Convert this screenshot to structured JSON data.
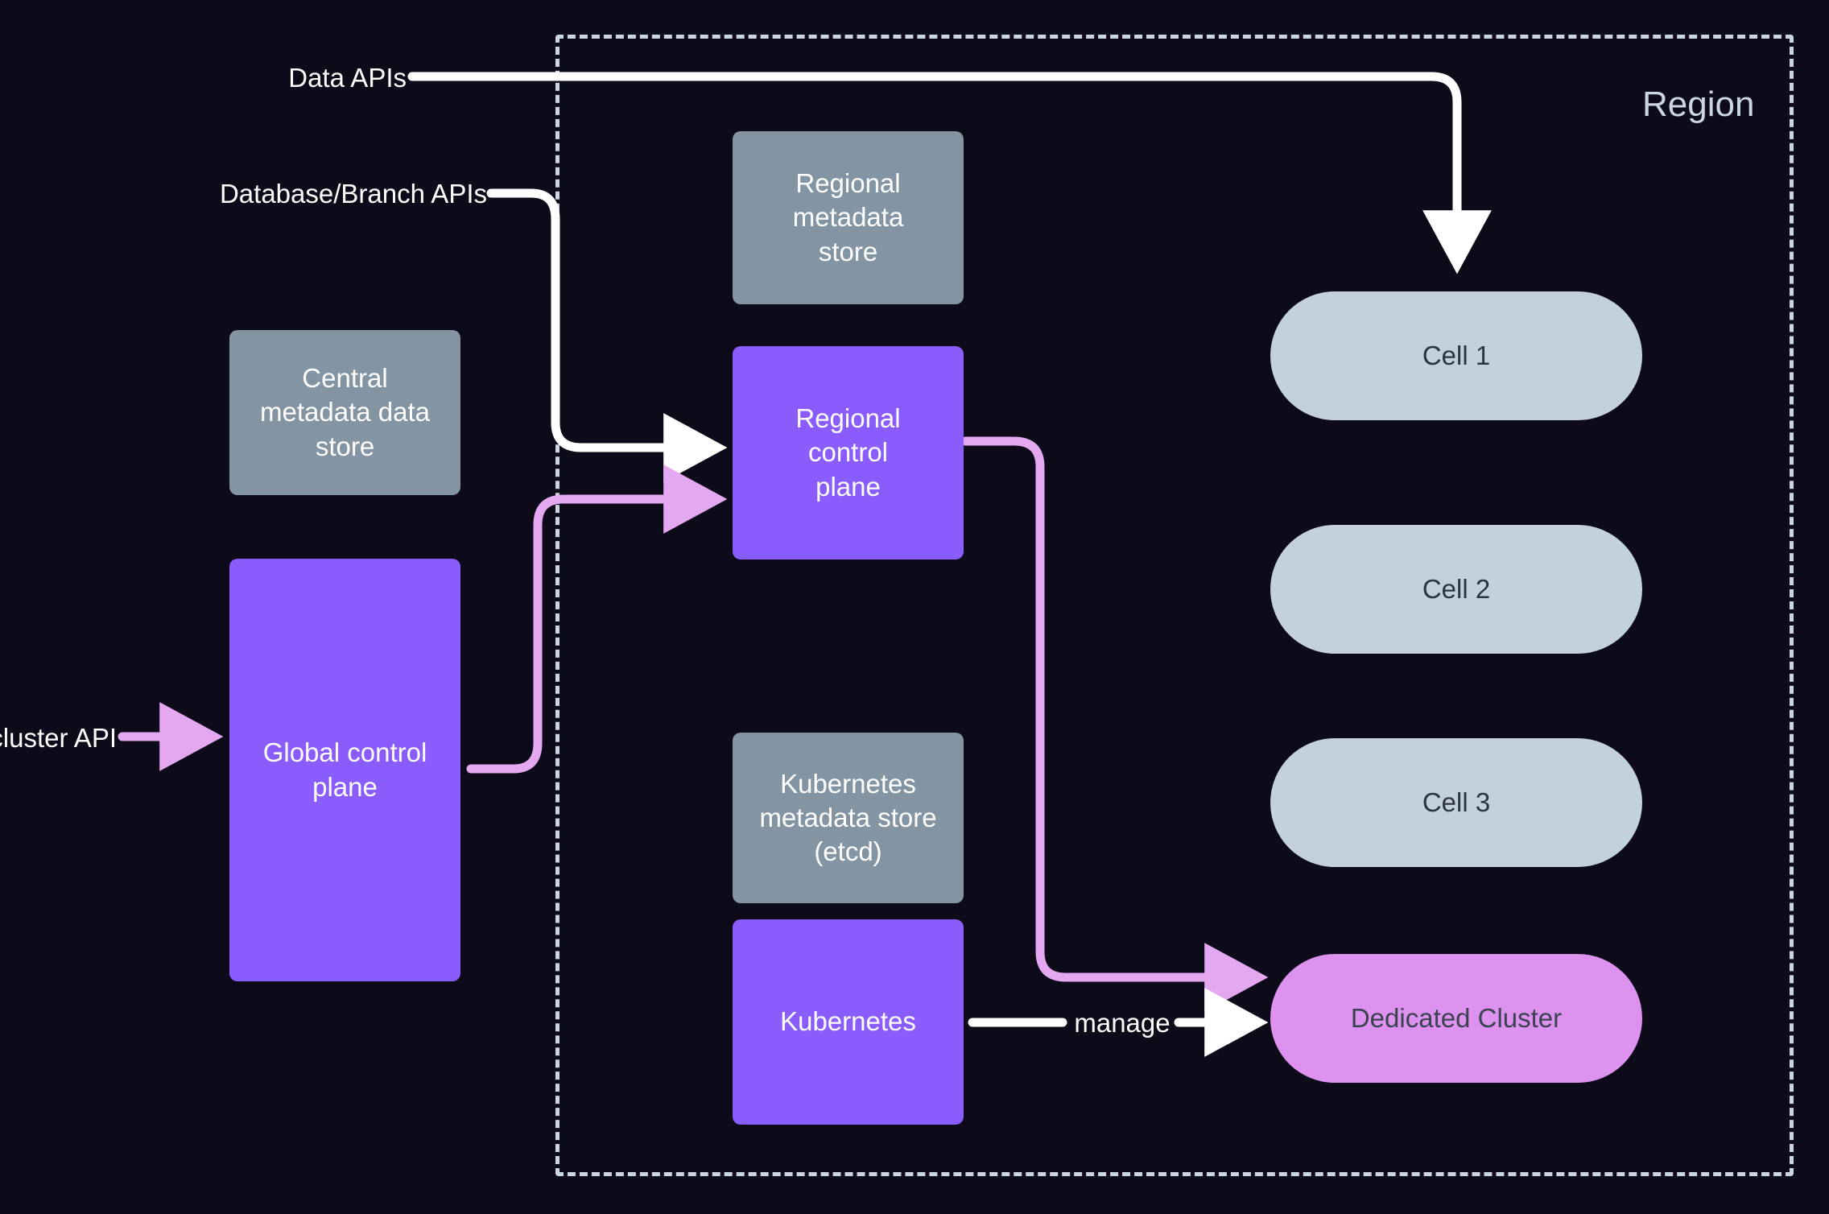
{
  "diagram": {
    "title": "Region",
    "background_color": "#0d0a1a",
    "region_border_color": "#ccd6e0",
    "colors": {
      "store": "#8394a3",
      "control_plane": "#8a5cfb",
      "cell": "#c3d1db",
      "dedicated_cluster": "#dd92ef",
      "white_edge": "#ffffff",
      "pink_edge": "#e4a8f0",
      "region_label": "#ccd6e0",
      "cell_text": "#2a3442"
    }
  },
  "region": {
    "label": "Region"
  },
  "entry_labels": {
    "data_apis": "Data APIs",
    "database_branch_apis": "Database/Branch APIs",
    "cluster_api": "cluster API"
  },
  "nodes": {
    "central_metadata_data_store": "Central\nmetadata data\nstore",
    "global_control_plane": "Global control\nplane",
    "regional_metadata_store": "Regional\nmetadata\nstore",
    "regional_control_plane": "Regional\ncontrol\nplane",
    "kubernetes_metadata_store": "Kubernetes\nmetadata store\n(etcd)",
    "kubernetes": "Kubernetes",
    "cell_1": "Cell 1",
    "cell_2": "Cell 2",
    "cell_3": "Cell 3",
    "dedicated_cluster": "Dedicated Cluster"
  },
  "edge_labels": {
    "manage": "manage"
  },
  "edges": [
    {
      "id": "data-apis-to-cell-1",
      "from": "Data APIs",
      "to": "Cell 1",
      "color": "#ffffff",
      "arrow": true
    },
    {
      "id": "database-branch-apis-to-regional-control-plane",
      "from": "Database/Branch APIs",
      "to": "Regional control plane",
      "color": "#ffffff",
      "arrow": true
    },
    {
      "id": "cluster-api-to-global-control-plane",
      "from": "cluster API",
      "to": "Global control plane",
      "color": "#e4a8f0",
      "arrow": true
    },
    {
      "id": "global-control-plane-to-regional-control-plane",
      "from": "Global control plane",
      "to": "Regional control plane",
      "color": "#e4a8f0",
      "arrow": true
    },
    {
      "id": "regional-control-plane-to-dedicated-cluster",
      "from": "Regional control plane",
      "to": "Dedicated Cluster",
      "color": "#e4a8f0",
      "arrow": true
    },
    {
      "id": "kubernetes-manage-dedicated-cluster",
      "from": "Kubernetes",
      "to": "Dedicated Cluster",
      "label": "manage",
      "color": "#ffffff",
      "arrow": true
    }
  ]
}
